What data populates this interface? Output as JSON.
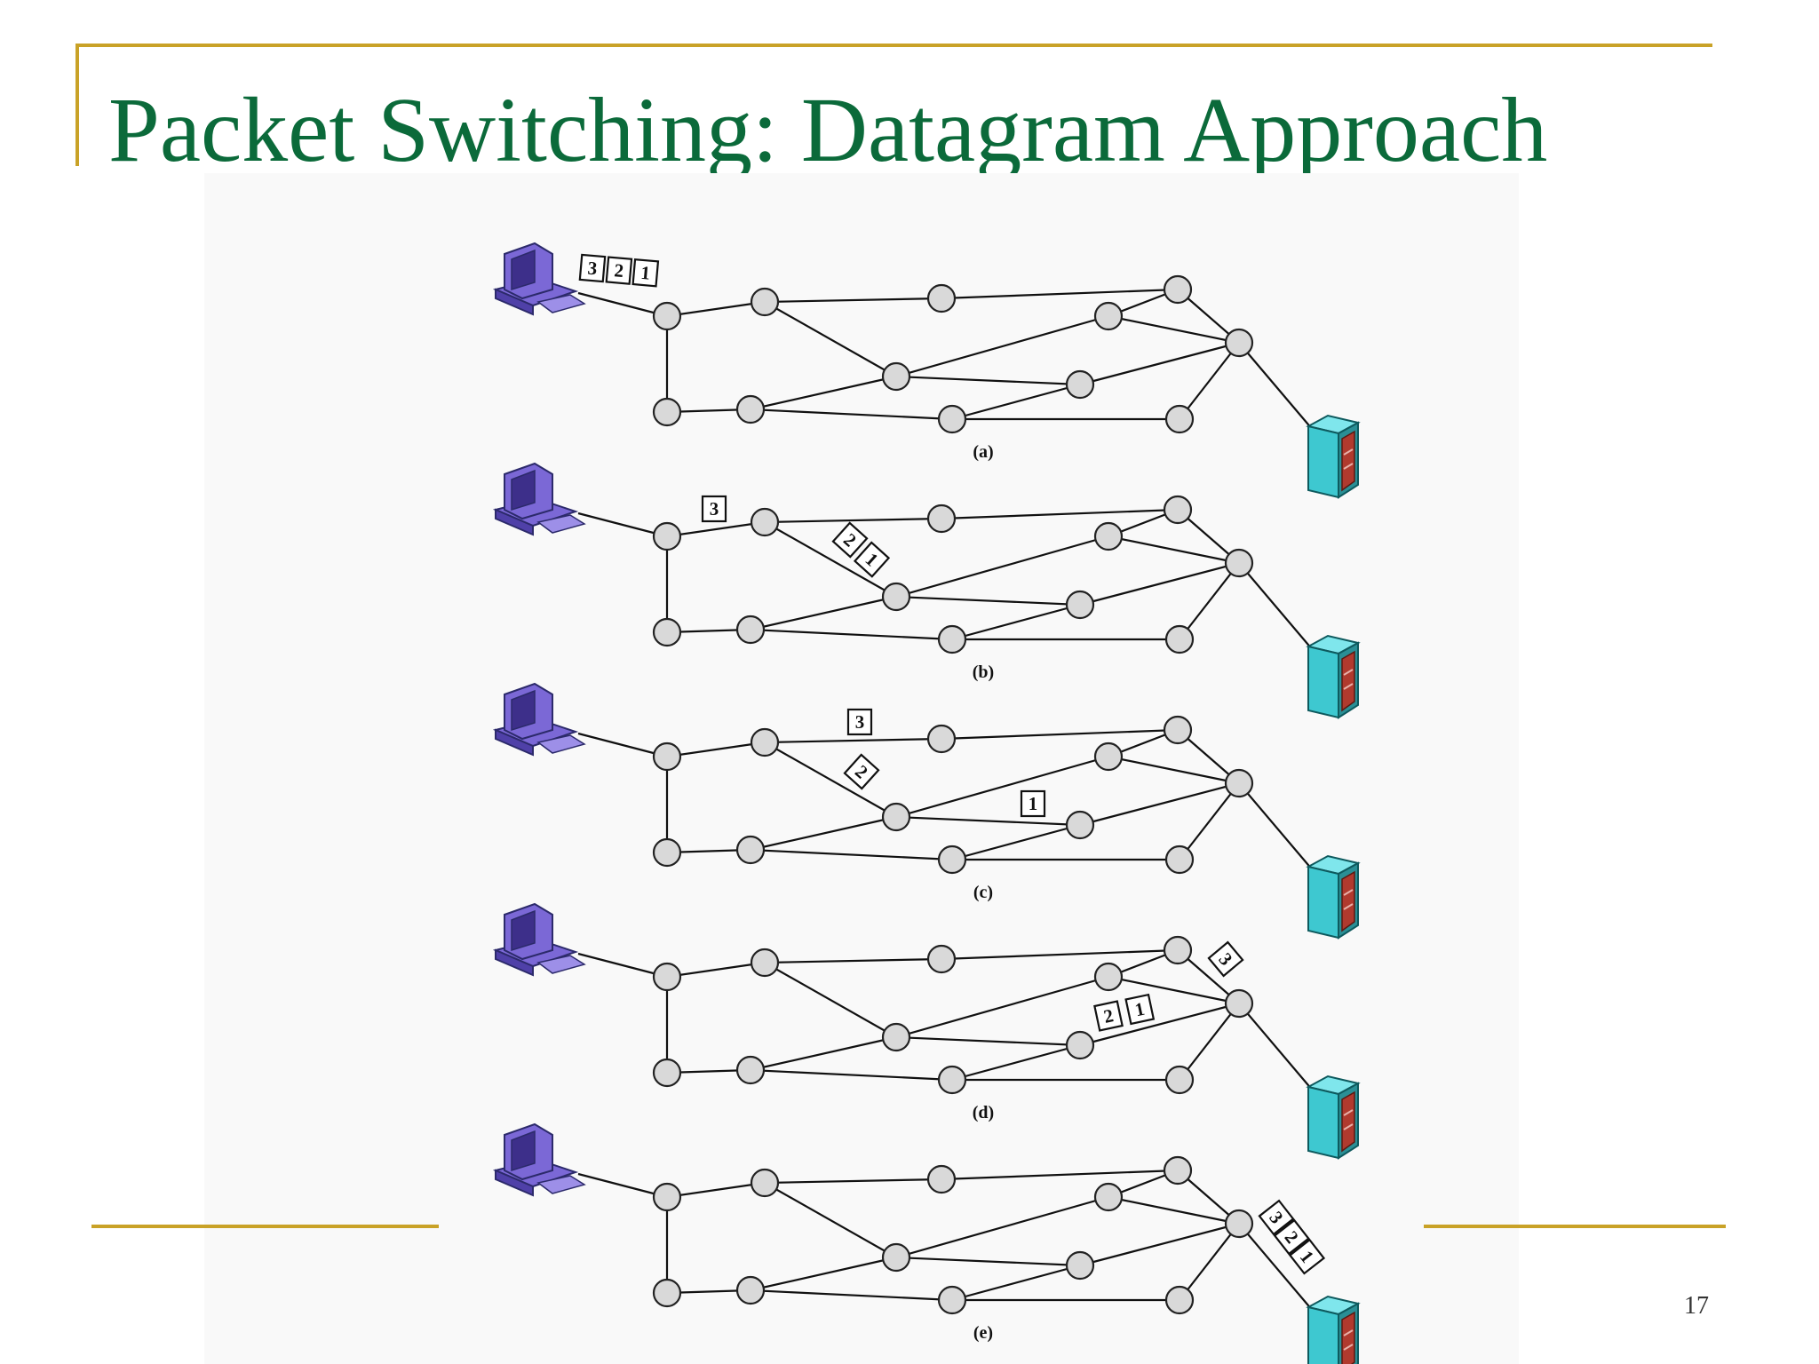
{
  "slide": {
    "title": "Packet Switching: Datagram Approach",
    "page_number": "17"
  },
  "colors": {
    "title": "#0b6a3a",
    "frame": "#c9a227",
    "node_fill": "#d9d9d9",
    "computer": "#7b68d6",
    "server": "#3ec8d0",
    "server_door": "#b03a2e"
  },
  "diagram": {
    "source_icon": "desktop-computer-icon",
    "destination_icon": "server-tower-icon",
    "panels": [
      {
        "label": "(a)",
        "packets": [
          {
            "group": "A",
            "labels": [
              "3",
              "2",
              "1"
            ]
          }
        ]
      },
      {
        "label": "(b)",
        "packets": [
          {
            "group": "B",
            "labels": [
              "3"
            ]
          },
          {
            "group": "C",
            "labels": [
              "2",
              "1"
            ]
          }
        ]
      },
      {
        "label": "(c)",
        "packets": [
          {
            "group": "D",
            "labels": [
              "3"
            ]
          },
          {
            "group": "E",
            "labels": [
              "2"
            ]
          },
          {
            "group": "F",
            "labels": [
              "1"
            ]
          }
        ]
      },
      {
        "label": "(d)",
        "packets": [
          {
            "group": "G",
            "labels": [
              "3"
            ]
          },
          {
            "group": "H",
            "labels": [
              "2",
              "1"
            ]
          }
        ]
      },
      {
        "label": "(e)",
        "packets": [
          {
            "group": "I",
            "labels": [
              "3",
              "2",
              "1"
            ]
          }
        ]
      }
    ]
  }
}
